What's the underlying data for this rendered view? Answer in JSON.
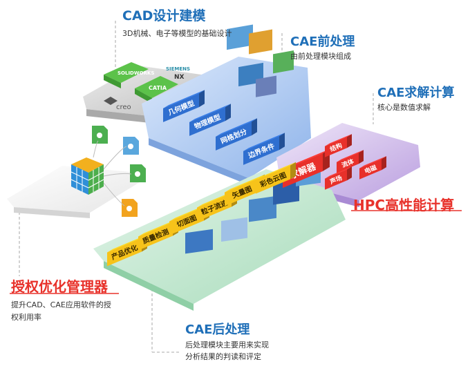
{
  "cad": {
    "title": "CAD设计建模",
    "desc": "3D机械、电子等模型的基础设计",
    "logos": [
      "SOLIDWORKS",
      "SIEMENS NX",
      "CATIA",
      "creo"
    ]
  },
  "pre": {
    "title": "CAE前处理",
    "desc": "由前处理模块组成",
    "blocks": [
      "几何模型",
      "物理模型",
      "网格划分",
      "边界条件"
    ]
  },
  "solve": {
    "title": "CAE求解计算",
    "desc": "核心是数值求解",
    "main": "求解器",
    "blocks": [
      "结构",
      "流体",
      "电磁",
      "声场"
    ]
  },
  "hpc": {
    "title": "HPC高性能计算"
  },
  "lic": {
    "title": "授权优化管理器",
    "desc_lines": [
      "提升CAD、CAE应用软件的授",
      "权利用率"
    ]
  },
  "post": {
    "title": "CAE后处理",
    "desc_lines": [
      "后处理模块主要用来实现",
      "分析结果的判读和评定"
    ],
    "blocks": [
      "产品优化",
      "质量检测",
      "切面图",
      "粒子流迹",
      "矢量图",
      "彩色云图"
    ]
  },
  "colors": {
    "title_blue": "#1f6fb8",
    "hpc_red": "#e8322b",
    "block_blue": "#2f6fd0",
    "block_red": "#e8302a",
    "block_yellow": "#f7c31a",
    "platform_blue": "#bfd6f5",
    "platform_purple": "#d7c6ec",
    "platform_green": "#cdebd8",
    "platform_gray": "#d7d7d7"
  }
}
